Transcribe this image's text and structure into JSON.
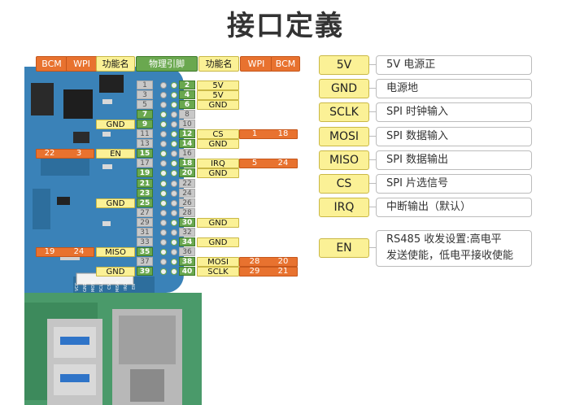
{
  "title": "接口定義",
  "colors": {
    "yellow": "#fbf196",
    "orange": "#e8722f",
    "green": "#6aa84f",
    "grey": "#c8c8c8"
  },
  "header": [
    {
      "label": "BCM",
      "color": "orange"
    },
    {
      "label": "WPI",
      "color": "orange"
    },
    {
      "label": "功能名",
      "color": "yellow"
    },
    {
      "label": "物理引脚",
      "color": "green"
    },
    {
      "label": "功能名",
      "color": "yellow"
    },
    {
      "label": "WPI",
      "color": "orange"
    },
    {
      "label": "BCM",
      "color": "orange"
    }
  ],
  "pins_left": [
    {
      "pin": "1"
    },
    {
      "pin": "3"
    },
    {
      "pin": "5"
    },
    {
      "pin": "7",
      "active": true
    },
    {
      "pin": "9",
      "active": true,
      "func": "GND"
    },
    {
      "pin": "11"
    },
    {
      "pin": "13"
    },
    {
      "pin": "15",
      "active": true,
      "func": "EN",
      "wpi": "3",
      "bcm": "22"
    },
    {
      "pin": "17"
    },
    {
      "pin": "19",
      "active": true
    },
    {
      "pin": "21",
      "active": true
    },
    {
      "pin": "23",
      "active": true
    },
    {
      "pin": "25",
      "active": true,
      "func": "GND"
    },
    {
      "pin": "27"
    },
    {
      "pin": "29"
    },
    {
      "pin": "31"
    },
    {
      "pin": "33"
    },
    {
      "pin": "35",
      "active": true,
      "func": "MISO",
      "wpi": "24",
      "bcm": "19"
    },
    {
      "pin": "37"
    },
    {
      "pin": "39",
      "active": true,
      "func": "GND"
    }
  ],
  "pins_right": [
    {
      "pin": "2",
      "active": true,
      "func": "5V"
    },
    {
      "pin": "4",
      "active": true,
      "func": "5V"
    },
    {
      "pin": "6",
      "active": true,
      "func": "GND"
    },
    {
      "pin": "8"
    },
    {
      "pin": "10"
    },
    {
      "pin": "12",
      "active": true,
      "func": "CS",
      "wpi": "1",
      "bcm": "18"
    },
    {
      "pin": "14",
      "active": true,
      "func": "GND"
    },
    {
      "pin": "16"
    },
    {
      "pin": "18",
      "active": true,
      "func": "IRQ",
      "wpi": "5",
      "bcm": "24"
    },
    {
      "pin": "20",
      "active": true,
      "func": "GND"
    },
    {
      "pin": "22"
    },
    {
      "pin": "24"
    },
    {
      "pin": "26"
    },
    {
      "pin": "28"
    },
    {
      "pin": "30",
      "active": true,
      "func": "GND"
    },
    {
      "pin": "32"
    },
    {
      "pin": "34",
      "active": true,
      "func": "GND"
    },
    {
      "pin": "36"
    },
    {
      "pin": "38",
      "active": true,
      "func": "MOSI",
      "wpi": "28",
      "bcm": "20"
    },
    {
      "pin": "40",
      "active": true,
      "func": "SCLK",
      "wpi": "29",
      "bcm": "21"
    }
  ],
  "board_labels": [
    "VCC",
    "GND",
    "MOSI",
    "SCLK",
    "CS",
    "MISO",
    "IRQ",
    "EN"
  ],
  "legend": [
    {
      "key": "5V",
      "desc": "5V 电源正"
    },
    {
      "key": "GND",
      "desc": "电源地"
    },
    {
      "key": "SCLK",
      "desc": "SPI 时钟输入"
    },
    {
      "key": "MOSI",
      "desc": "SPI 数据输入"
    },
    {
      "key": "MISO",
      "desc": "SPI 数据输出"
    },
    {
      "key": "CS",
      "desc": "SPI 片选信号"
    },
    {
      "key": "IRQ",
      "desc": "中断输出（默认）"
    },
    {
      "key": "EN",
      "desc": "RS485 收发设置:高电平",
      "desc2": "发送使能，低电平接收使能"
    }
  ]
}
